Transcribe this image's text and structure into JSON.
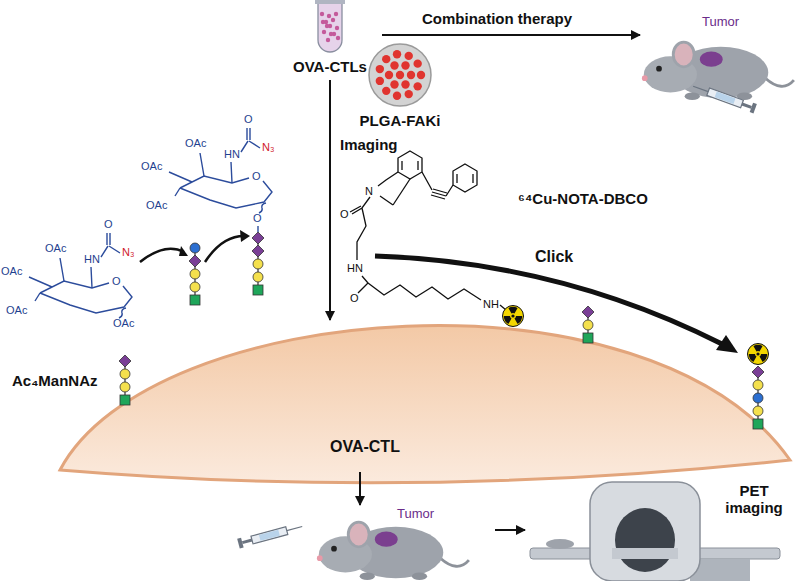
{
  "diagram": {
    "nodes": [
      {
        "text": [
          "OVA-CTLs"
        ]
      },
      {
        "text": [
          "PLGA-FAKi"
        ]
      },
      {
        "text": [
          "Tumor"
        ]
      },
      {
        "text": [
          "OVA-CTL"
        ]
      },
      {
        "text": [
          "Tumor"
        ]
      },
      {
        "text": [
          "PET imaging"
        ]
      }
    ],
    "edges": [
      {
        "from": 0,
        "to": 2,
        "arrow": "to",
        "label": "Combination therapy"
      },
      {
        "from": 0,
        "to": 3,
        "arrow": "to",
        "label": "Imaging"
      },
      {
        "from": 3,
        "to": 4,
        "arrow": "to"
      },
      {
        "from": 4,
        "to": 5,
        "arrow": "to"
      }
    ],
    "labels": [
      "Ac₄ManNAz",
      "⁶⁴Cu-NOTA-DBCO",
      "Click",
      "O",
      "HN",
      "N₃",
      "OAc",
      "OAc",
      "OAc",
      "O",
      "O",
      "O",
      "HN",
      "N₃",
      "OAc",
      "OAc",
      "OAc",
      "O",
      "OAc",
      "N",
      "O",
      "HN",
      "O",
      "NH"
    ]
  }
}
